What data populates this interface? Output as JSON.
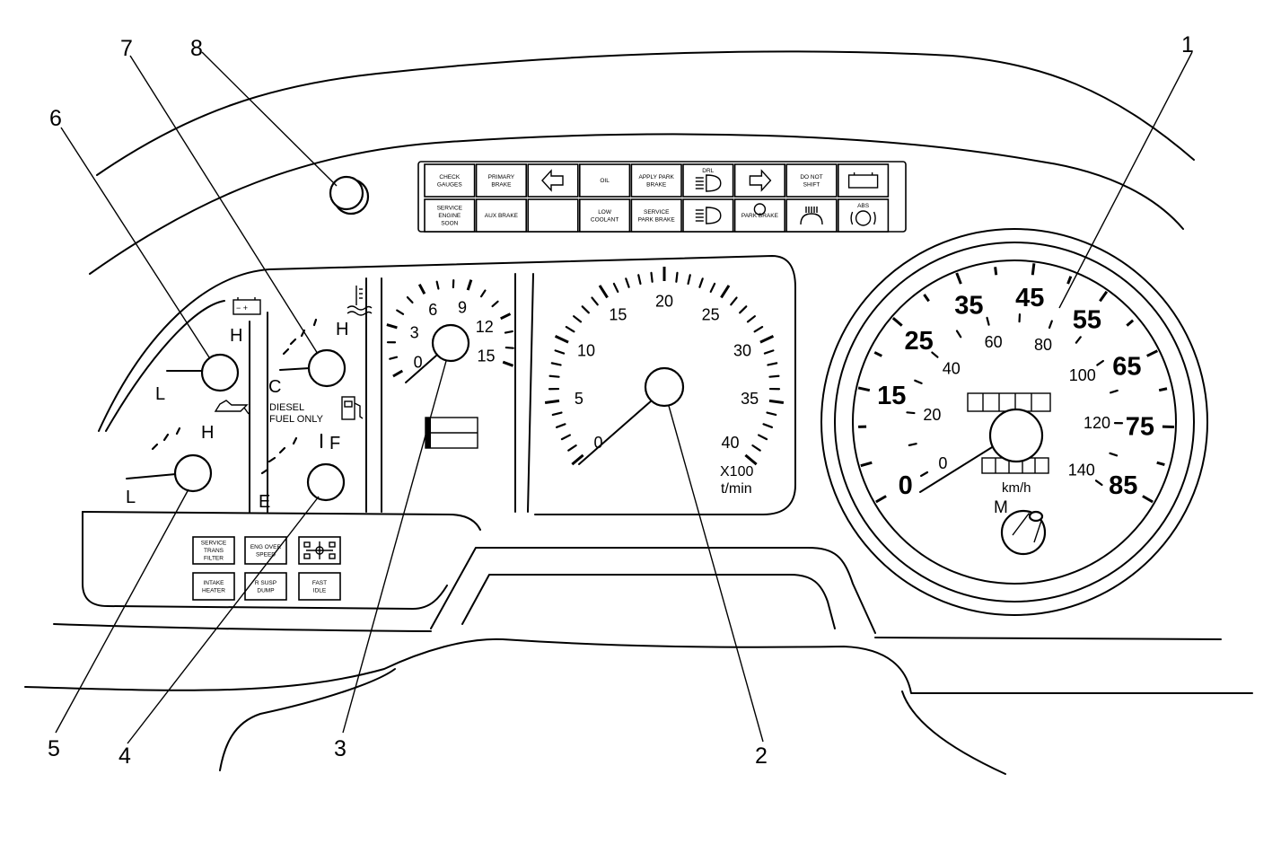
{
  "callouts": [
    "1",
    "2",
    "3",
    "4",
    "5",
    "6",
    "7",
    "8"
  ],
  "warning_lamps_top": [
    "CHECK GAUGES",
    "PRIMARY BRAKE",
    "",
    "OIL",
    "APPLY PARK BRAKE",
    "DRL",
    "",
    "DO NOT SHIFT",
    ""
  ],
  "warning_lamps_bottom": [
    "SERVICE ENGINE SOON",
    "AUX BRAKE",
    "",
    "LOW COOLANT",
    "SERVICE PARK BRAKE",
    "",
    "PARK BRAKE",
    "",
    "ABS"
  ],
  "lower_lamps": [
    "SERVICE TRANS FILTER",
    "ENG OVER SPEED",
    "",
    "INTAKE HEATER",
    "R SUSP DUMP",
    "FAST IDLE"
  ],
  "oil_gauge": {
    "low": "L",
    "high": "H"
  },
  "volt_gauge": {
    "low": "L",
    "high": "H"
  },
  "temp_gauge": {
    "cold": "C",
    "hot": "H"
  },
  "fuel_gauge": {
    "empty": "E",
    "full": "F",
    "note_line1": "DIESEL",
    "note_line2": "FUEL ONLY"
  },
  "air_gauge": {
    "scale": [
      "0",
      "3",
      "6",
      "9",
      "12",
      "15"
    ]
  },
  "tach": {
    "scale": [
      "0",
      "5",
      "10",
      "15",
      "20",
      "25",
      "30",
      "35",
      "40"
    ],
    "unit_line1": "X100",
    "unit_line2": "t/min"
  },
  "speedo": {
    "mph": [
      "0",
      "15",
      "25",
      "35",
      "45",
      "55",
      "65",
      "75",
      "85"
    ],
    "kmh": [
      "0",
      "20",
      "40",
      "60",
      "80",
      "100",
      "120",
      "140"
    ],
    "unit": "km/h",
    "reset_label": "M"
  },
  "icons": [
    "battery-icon",
    "oil-can-icon",
    "coolant-temp-icon",
    "fuel-pump-icon",
    "left-arrow-icon",
    "right-arrow-icon",
    "headlamp-icon",
    "transmission-icon",
    "engine-brake-icon"
  ]
}
